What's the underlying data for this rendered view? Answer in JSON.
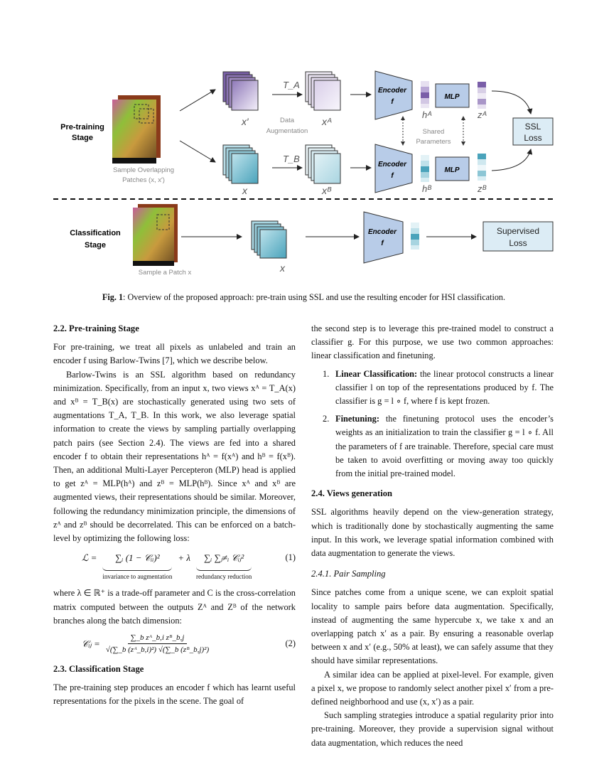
{
  "figure": {
    "pretraining_label": [
      "Pre-training",
      "Stage"
    ],
    "classification_label": [
      "Classification",
      "Stage"
    ],
    "sample_overlapping": [
      "Sample Overlapping",
      "Patches (x, x′)"
    ],
    "sample_patch": "Sample a Patch x",
    "x_prime": "x′",
    "x": "x",
    "x_a": "xᴬ",
    "x_b": "xᴮ",
    "t_a": "T_A",
    "t_b": "T_B",
    "data_augmentation": [
      "Data",
      "Augmentation"
    ],
    "encoder": [
      "Encoder",
      "f"
    ],
    "mlp": "MLP",
    "h_a": "hᴬ",
    "h_b": "hᴮ",
    "z_a": "zᴬ",
    "z_b": "zᴮ",
    "shared_parameters": [
      "Shared",
      "Parameters"
    ],
    "ssl_loss": [
      "SSL",
      "Loss"
    ],
    "supervised_loss": [
      "Supervised",
      "Loss"
    ],
    "colors": {
      "purple": "#9b86c0",
      "teal": "#4fa8c0",
      "encoder": "#b8cce8",
      "loss_box": "#dcecf5"
    }
  },
  "caption": {
    "label": "Fig. 1",
    "text": ": Overview of the proposed approach: pre-train using SSL and use the resulting encoder for HSI classification."
  },
  "left": {
    "s22_heading": "2.2.  Pre-training Stage",
    "p1": "For pre-training, we treat all pixels as unlabeled and train an encoder f using Barlow-Twins [7], which we describe below.",
    "p2": "Barlow-Twins is an SSL algorithm based on redundancy minimization. Specifically, from an input x, two views xᴬ = T_A(x) and xᴮ = T_B(x) are stochastically generated using two sets of augmentations T_A, T_B.  In this work, we also leverage spatial information to create the views by sampling partially overlapping patch pairs (see Section 2.4). The views are fed into a shared encoder f to obtain their representations hᴬ = f(xᴬ) and hᴮ = f(xᴮ).  Then, an additional Multi-Layer Percepteron (MLP) head is applied to get zᴬ = MLP(hᴬ) and zᴮ = MLP(hᴮ). Since xᴬ and xᴮ are augmented views, their representations should be similar. Moreover, following the redundancy minimization principle, the dimensions of zᴬ and zᴮ should be decorrelated. This can be enforced on a batch-level by optimizing the following loss:",
    "eq1": {
      "lhs": "ℒ =",
      "term1": "∑ᵢ (1 − 𝒞ᵢᵢ)²",
      "plus": "+ λ",
      "term2": "∑ᵢ ∑ⱼ≠ᵢ 𝒞ᵢⱼ²",
      "number": "(1)",
      "brace1": "invariance to augmentation",
      "brace2": "redundancy reduction"
    },
    "p3": "where λ ∈ ℝ⁺ is a trade-off parameter and C is the cross-correlation matrix computed between the outputs Zᴬ and Zᴮ of the network branches along the batch dimension:",
    "eq2": {
      "lhs": "𝒞ᵢⱼ =",
      "numerator": "∑_b zᴬ_b,i zᴮ_b,j",
      "denominator": "√(∑_b (zᴬ_b,i)²) √(∑_b (zᴮ_b,j)²)",
      "number": "(2)"
    },
    "s23_heading": "2.3.  Classification Stage",
    "p4": "The pre-training step produces an encoder f which has learnt useful representations for the pixels in the scene. The goal of"
  },
  "right": {
    "p1": "the second step is to leverage this pre-trained model to construct a classifier g.  For this purpose, we use two common approaches: linear classification and finetuning.",
    "items": [
      {
        "num": "1.",
        "title": "Linear Classification:",
        "text": "  the linear protocol constructs a linear classifier l on top of the representations produced by f. The classifier is g = l ∘ f, where f is kept frozen."
      },
      {
        "num": "2.",
        "title": "Finetuning:",
        "text": "  the finetuning protocol uses the encoder’s weights as an initialization to train the classifier g = l ∘ f. All the parameters of f are trainable. Therefore, special care must be taken to avoid overfitting or moving away too quickly from the initial pre-trained model."
      }
    ],
    "s24_heading": "2.4.  Views generation",
    "p2": "SSL algorithms heavily depend on the view-generation strategy, which is traditionally done by stochastically augmenting the same input. In this work, we leverage spatial information combined with data augmentation to generate the views.",
    "s241_heading": "2.4.1.  Pair Sampling",
    "p3": "Since patches come from a unique scene, we can exploit spatial locality to sample pairs before data augmentation. Specifically, instead of augmenting the same hypercube x, we take x and an overlapping patch x′ as a pair.  By ensuring a reasonable overlap between x and x′ (e.g., 50% at least), we can safely assume that they should have similar representations.",
    "p4": "A similar idea can be applied at pixel-level. For example, given a pixel x, we propose to randomly select another pixel x′ from a pre-defined neighborhood and use (x, x′) as a pair.",
    "p5": "Such sampling strategies introduce a spatial regularity prior into pre-training. Moreover, they provide a supervision signal without data augmentation, which reduces the need"
  }
}
